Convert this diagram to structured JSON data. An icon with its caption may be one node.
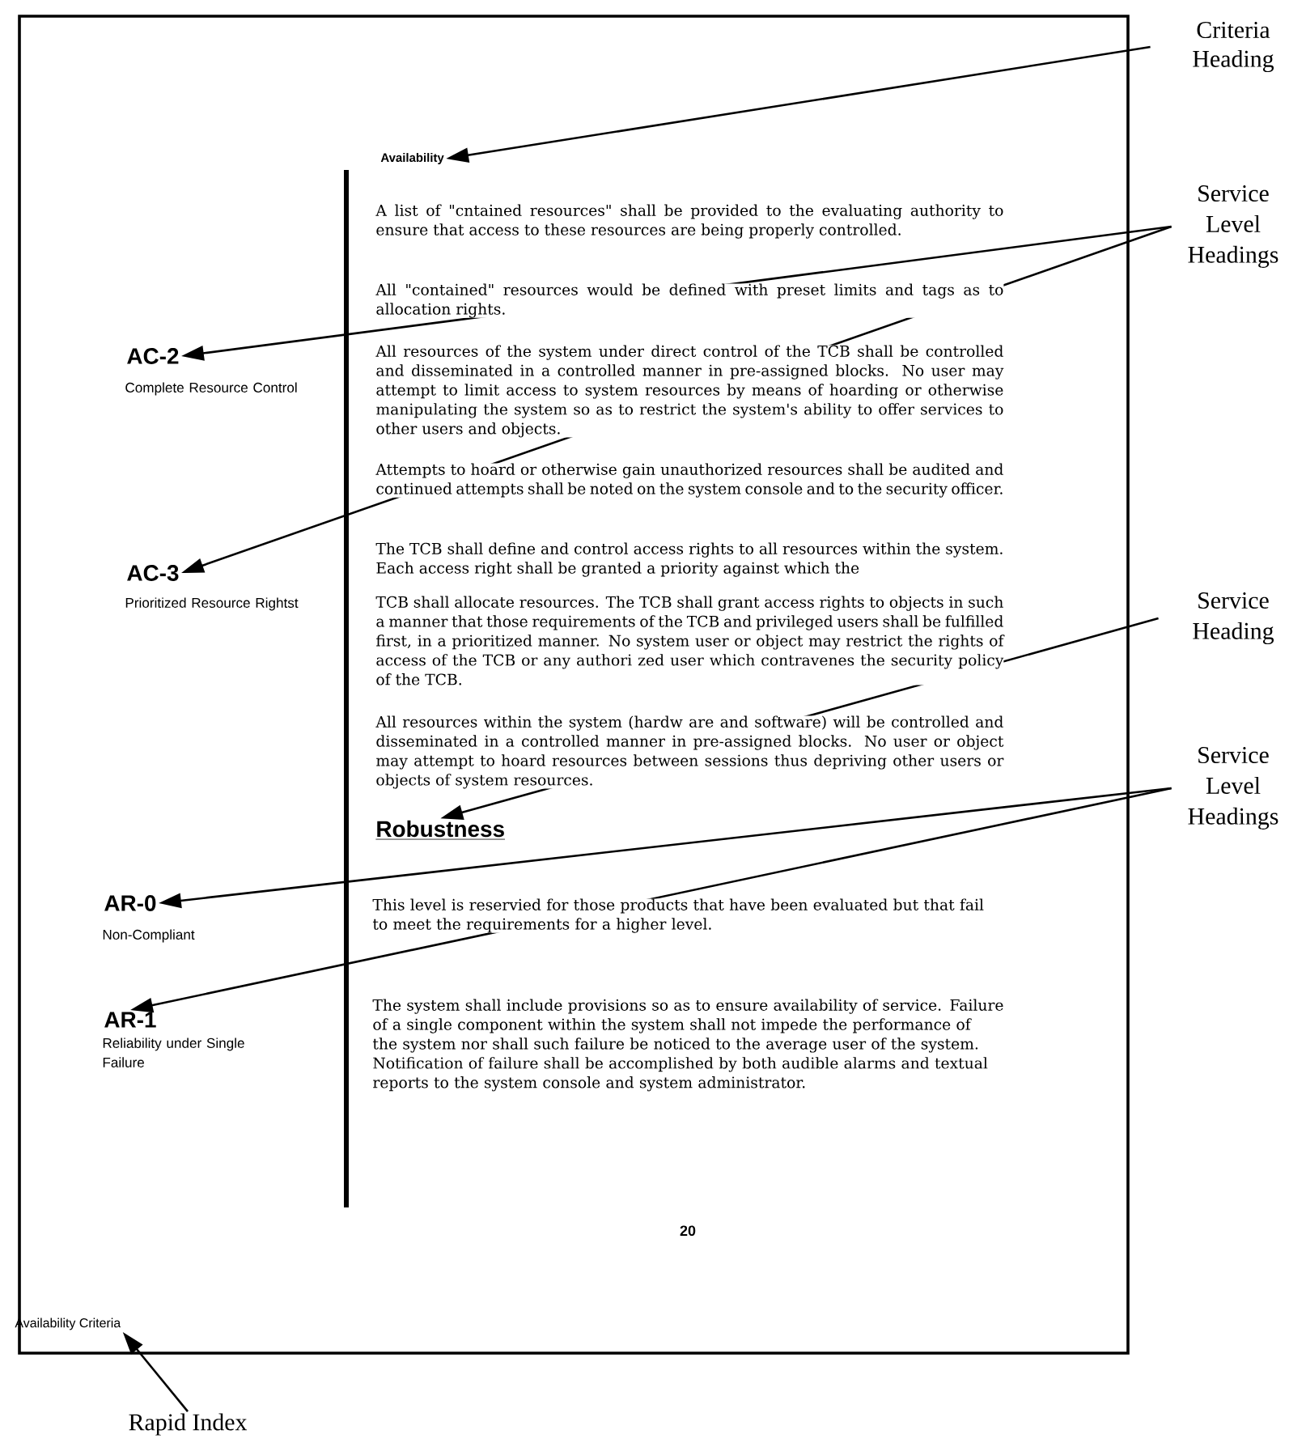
{
  "diagram": {
    "nodes": [
      {
        "text": [
          "Criteria Heading"
        ]
      },
      {
        "text": [
          "Availability"
        ]
      },
      {
        "text": [
          "Service Level Headings"
        ]
      },
      {
        "text": [
          "AC-2"
        ],
        "beside": [
          "Complete Resource Control"
        ]
      },
      {
        "text": [
          "AC-3"
        ],
        "beside": [
          "Prioritized Resource Rightst"
        ]
      },
      {
        "text": [
          "Service Heading"
        ]
      },
      {
        "text": [
          "Robustness"
        ]
      },
      {
        "text": [
          "Service Level Headings"
        ]
      },
      {
        "text": [
          "AR-0"
        ],
        "beside": [
          "Non-Compliant"
        ]
      },
      {
        "text": [
          "AR-1"
        ],
        "beside": [
          "Reliability under Single Failure"
        ]
      },
      {
        "text": [
          "Availability Criteria"
        ]
      },
      {
        "text": [
          "Rapid Index"
        ]
      }
    ],
    "edges": [
      {
        "from": 0,
        "to": 1,
        "arrow": "to"
      },
      {
        "from": 2,
        "to": 3,
        "arrow": "to"
      },
      {
        "from": 2,
        "to": 4,
        "arrow": "to"
      },
      {
        "from": 5,
        "to": 6,
        "arrow": "to"
      },
      {
        "from": 7,
        "to": 8,
        "arrow": "to"
      },
      {
        "from": 7,
        "to": 9,
        "arrow": "to"
      },
      {
        "from": 11,
        "to": 10,
        "arrow": "to"
      }
    ],
    "labels": [
      "A list of \"cntained resources\" shall be provided to the evaluating authority to ensure that access to these resources are being properly controlled.",
      "All \"contained\" resources would be defined with preset limits and tags as to allocation rights.",
      "All resources of the system under direct control of the TCB shall be controlled and disseminated in a controlled manner in pre-assigned blocks. No user may attempt to limit access to system resources by means of hoarding or otherwise manipulating the system so as to restrict the system's ability to offer services to other users and objects.",
      "Attempts to hoard or otherwise gain unauthorized resources shall be audited and continued attempts shall be noted on the system console and to the security officer.",
      "The TCB shall define and control access rights to all resources within the system. Each access right shall be granted a priority against which the",
      "TCB shall allocate resources. The TCB shall grant access rights to objects in such a manner that those requirements of the TCB and privileged users shall be fulfilled first, in a prioritized manner. No system user or object may restrict the rights of access of the TCB or any authori zed user which contravenes the security policy of the TCB.",
      "All resources within the system (hardw are and software) will be controlled and disseminated in a controlled manner in pre-assigned blocks. No user or object may attempt to hoard resources between sessions thus depriving other users or objects of system resources.",
      "This level is reservied for those products that have been evaluated but that fail to meet the requirements for a higher level.",
      "The system shall include provisions so as to ensure availability of service. Failure of a single component within the system shall not impede the performance of the system nor shall such failure be noticed to the average user of the system. Notification of failure shall be accomplished by both audible alarms and textual reports to the system console and system administrator.",
      "20"
    ]
  }
}
